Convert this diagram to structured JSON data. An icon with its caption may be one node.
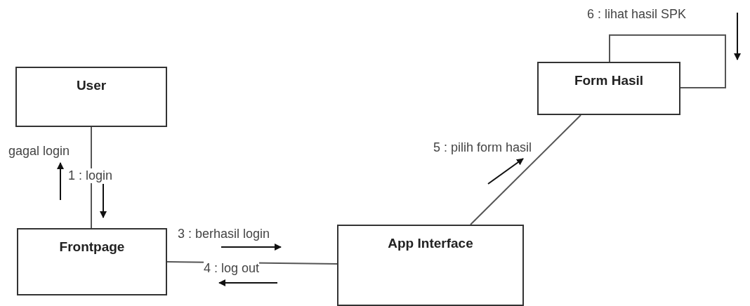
{
  "diagram": {
    "nodes": [
      {
        "text": [
          "User"
        ]
      },
      {
        "text": [
          "Frontpage"
        ]
      },
      {
        "text": [
          "App Interface"
        ]
      },
      {
        "text": [
          "Form Hasil"
        ]
      }
    ],
    "edges": [
      {
        "from": 0,
        "to": 1,
        "arrow": "none"
      },
      {
        "from": 1,
        "to": 2,
        "arrow": "none"
      },
      {
        "from": 2,
        "to": 3,
        "arrow": "none"
      },
      {
        "from": 3,
        "to": 3,
        "arrow": "none"
      }
    ],
    "labels": [
      "6 : lihat hasil SPK",
      "gagal login",
      "1 : login",
      "5 : pilih form hasil",
      "3 : berhasil login",
      "4 : log out"
    ]
  }
}
